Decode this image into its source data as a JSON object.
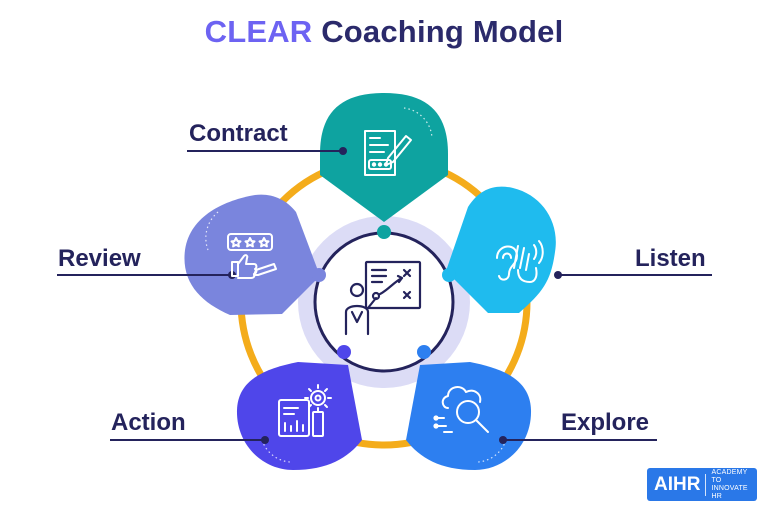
{
  "title": {
    "accent": "CLEAR",
    "rest": " Coaching Model"
  },
  "stages": [
    {
      "key": "contract",
      "label": "Contract",
      "color": "#0ea3a0",
      "icon": "contract-document-pen-icon"
    },
    {
      "key": "listen",
      "label": "Listen",
      "color": "#1fbbee",
      "icon": "ear-hand-icon"
    },
    {
      "key": "explore",
      "label": "Explore",
      "color": "#2d7ff0",
      "icon": "cloud-magnifier-icon"
    },
    {
      "key": "action",
      "label": "Action",
      "color": "#4f46ea",
      "icon": "action-plan-gear-icon"
    },
    {
      "key": "review",
      "label": "Review",
      "color": "#7a85dd",
      "icon": "rating-thumbs-up-icon"
    }
  ],
  "center_icon": "presenter-strategy-board-icon",
  "colors": {
    "ring": "#f4ac1b",
    "navy": "#24235c",
    "halo": "#dcdcf6"
  },
  "logo": {
    "mark": "AIHR",
    "tagline_1": "ACADEMY TO",
    "tagline_2": "INNOVATE HR"
  }
}
